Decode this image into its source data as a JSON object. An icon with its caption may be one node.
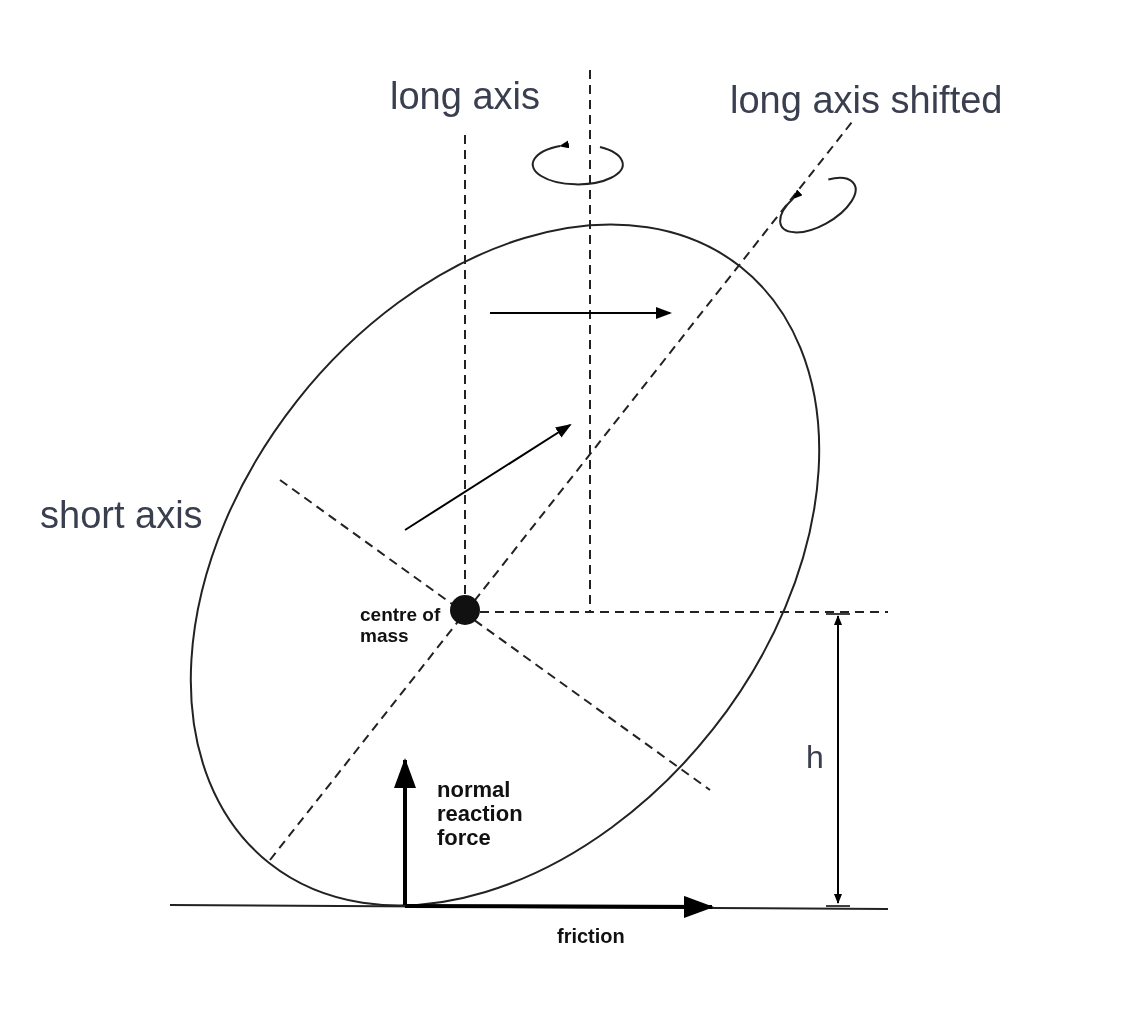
{
  "diagram": {
    "labels": [
      "long axis",
      "long axis shifted",
      "short axis",
      "centre of mass",
      "normal reaction force",
      "h",
      "friction"
    ]
  }
}
